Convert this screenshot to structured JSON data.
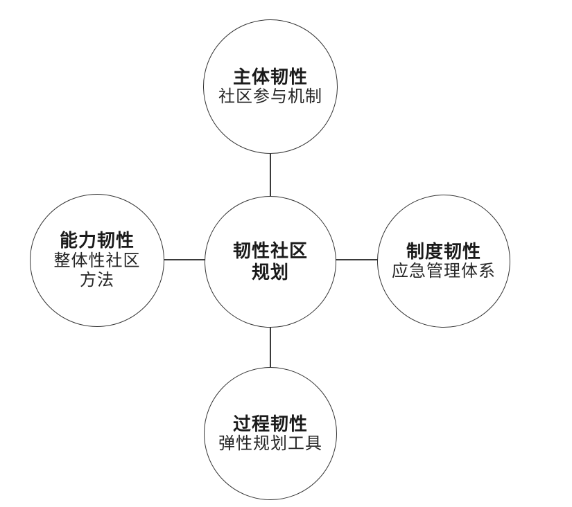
{
  "diagram": {
    "background_color": "#ffffff",
    "stroke_color": "#333333",
    "text_color": "#1a1a1a",
    "nodes": {
      "center": {
        "title_line1": "韧性社区",
        "title_line2": "规划"
      },
      "top": {
        "title": "主体韧性",
        "subtitle": "社区参与机制"
      },
      "left": {
        "title": "能力韧性",
        "subtitle_line1": "整体性社区",
        "subtitle_line2": "方法"
      },
      "right": {
        "title": "制度韧性",
        "subtitle": "应急管理体系"
      },
      "bottom": {
        "title": "过程韧性",
        "subtitle": "弹性规划工具"
      }
    }
  }
}
